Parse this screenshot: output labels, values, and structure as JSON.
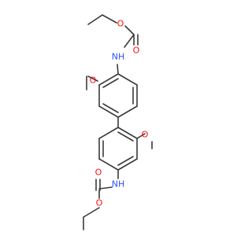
{
  "atoms": {
    "carbonyl_o_top": {
      "label": "O",
      "color": "#ff0d0d"
    },
    "ester_o_top": {
      "label": "O",
      "color": "#ff0d0d"
    },
    "nh_top": {
      "label": "NH",
      "color": "#3050f8"
    },
    "methoxy_o_top": {
      "label": "O",
      "color": "#ff0d0d"
    },
    "methoxy_o_bottom": {
      "label": "O",
      "color": "#ff0d0d"
    },
    "nh_bottom": {
      "label": "NH",
      "color": "#3050f8"
    },
    "carbonyl_o_bottom": {
      "label": "O",
      "color": "#ff0d0d"
    },
    "ester_o_bottom": {
      "label": "O",
      "color": "#ff0d0d"
    }
  },
  "colors": {
    "bond": "#3a3a3a",
    "oxygen": "#ff0d0d",
    "nitrogen": "#3050f8",
    "background": "#ffffff"
  }
}
